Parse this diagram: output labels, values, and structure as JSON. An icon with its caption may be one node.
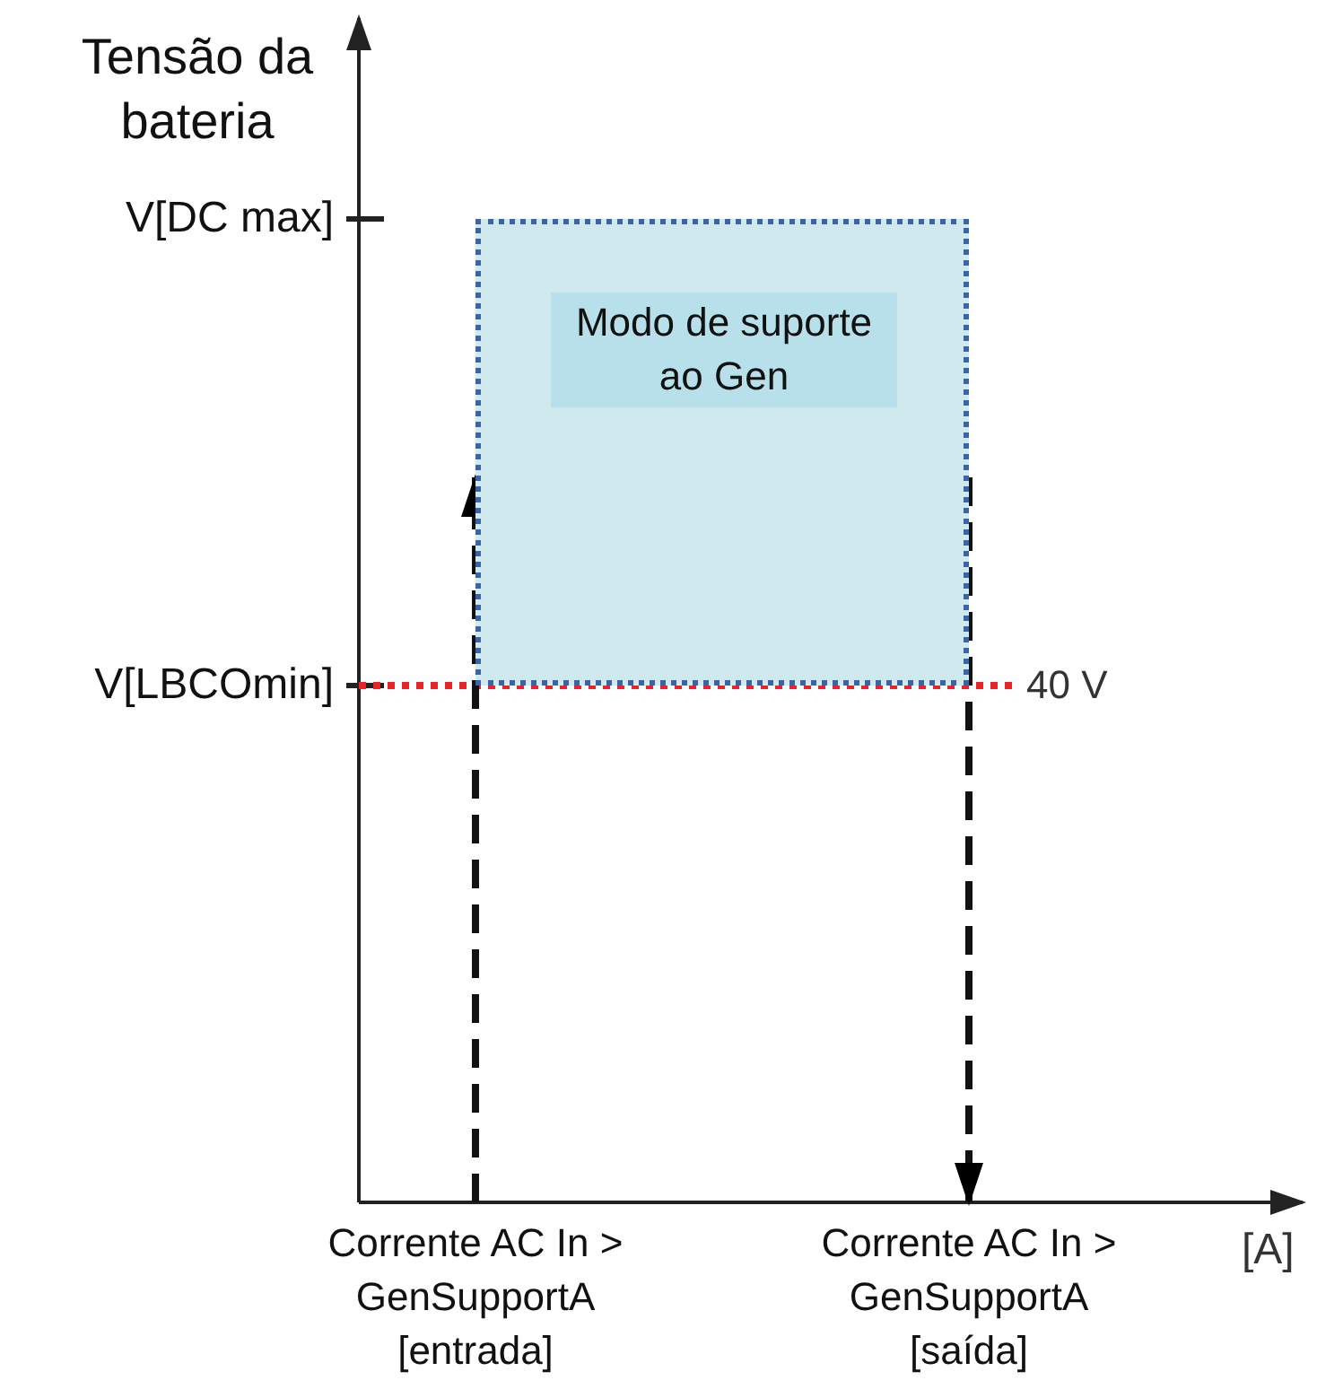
{
  "diagram": {
    "nodes": [
      {
        "text": [
          "Modo de suporte ao Gen"
        ]
      },
      {
        "text": [
          "Corrente AC In > GenSupportA [entrada]"
        ]
      },
      {
        "text": [
          "Corrente AC In > GenSupportA [saída]"
        ]
      }
    ],
    "edges": [
      {
        "from": 1,
        "to": 0,
        "arrow": "to",
        "style": "dashed"
      },
      {
        "from": 0,
        "to": 2,
        "arrow": "to",
        "style": "dashed"
      }
    ],
    "labels": [
      "Tensão da bateria",
      "V[DC max]",
      "V[LBCOmin]",
      "40 V",
      "[A]"
    ]
  }
}
